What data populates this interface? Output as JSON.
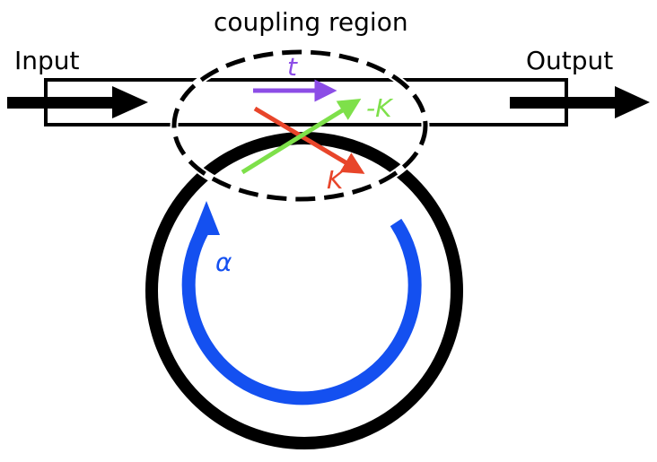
{
  "labels": {
    "coupling_region": "coupling region",
    "input": "Input",
    "output": "Output",
    "t": "t",
    "neg_k": "-K",
    "k": "K",
    "alpha": "α"
  },
  "colors": {
    "line": "#000000",
    "t_arrow": "#8c4de6",
    "neg_k_arrow": "#7ee04a",
    "k_arrow": "#e8452a",
    "alpha_arrow": "#1450f0"
  }
}
